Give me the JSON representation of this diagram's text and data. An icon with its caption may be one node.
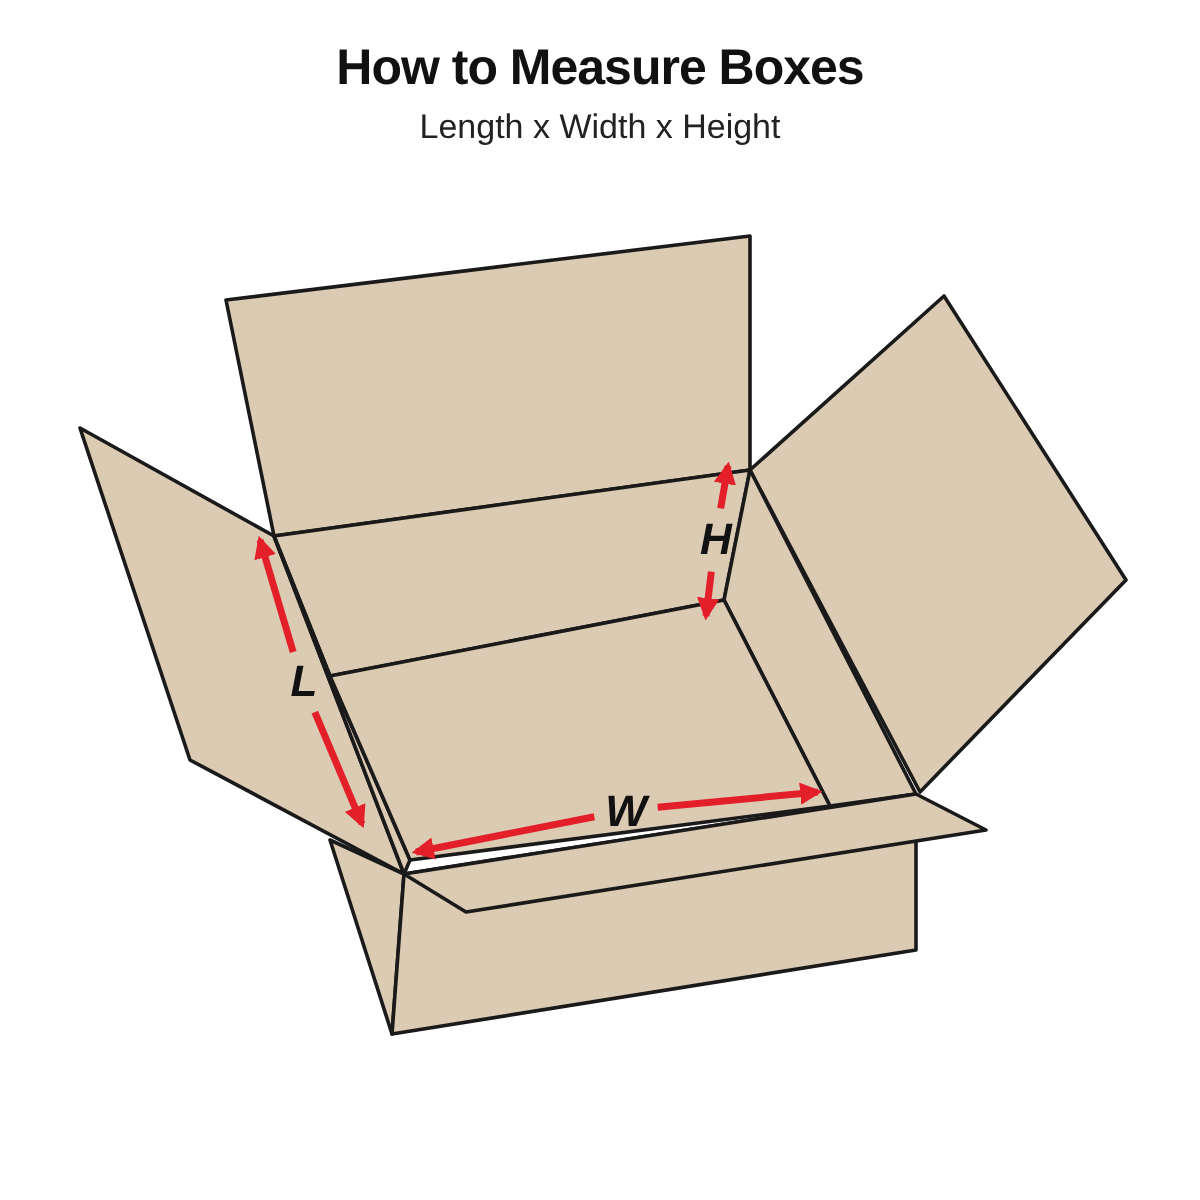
{
  "diagram": {
    "title": "How to Measure Boxes",
    "caption": "Length x Width x Height",
    "labels": [
      "H",
      "L",
      "W"
    ]
  }
}
